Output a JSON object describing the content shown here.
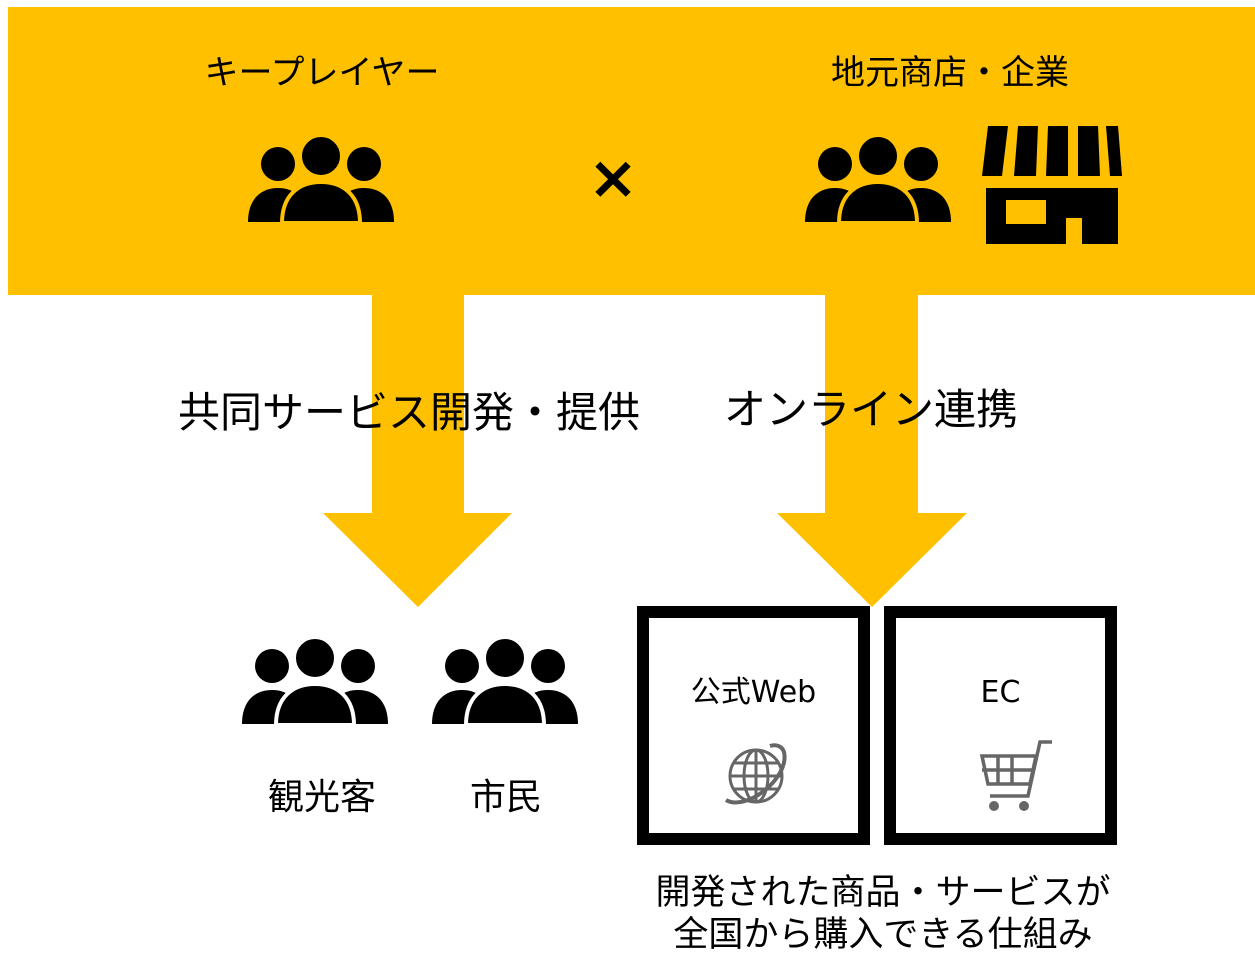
{
  "colors": {
    "band": "#FFC000",
    "ink": "#000000",
    "paper": "#FFFFFF"
  },
  "top_band": {
    "left_group": {
      "label": "キープレイヤー",
      "icon": "people-group-icon"
    },
    "operator": "×",
    "right_group": {
      "label": "地元商店・企業",
      "icons": [
        "people-group-icon",
        "storefront-icon"
      ]
    }
  },
  "flows": {
    "left": {
      "label": "共同サービス開発・提供"
    },
    "right": {
      "label": "オンライン連携"
    }
  },
  "audiences": [
    {
      "label": "観光客",
      "icon": "people-group-icon"
    },
    {
      "label": "市民",
      "icon": "people-group-icon"
    }
  ],
  "channels": [
    {
      "label": "公式Web",
      "icon": "globe-icon"
    },
    {
      "label": "EC",
      "icon": "shopping-cart-icon"
    }
  ],
  "caption": {
    "line1": "開発された商品・サービスが",
    "line2": "全国から購入できる仕組み"
  }
}
